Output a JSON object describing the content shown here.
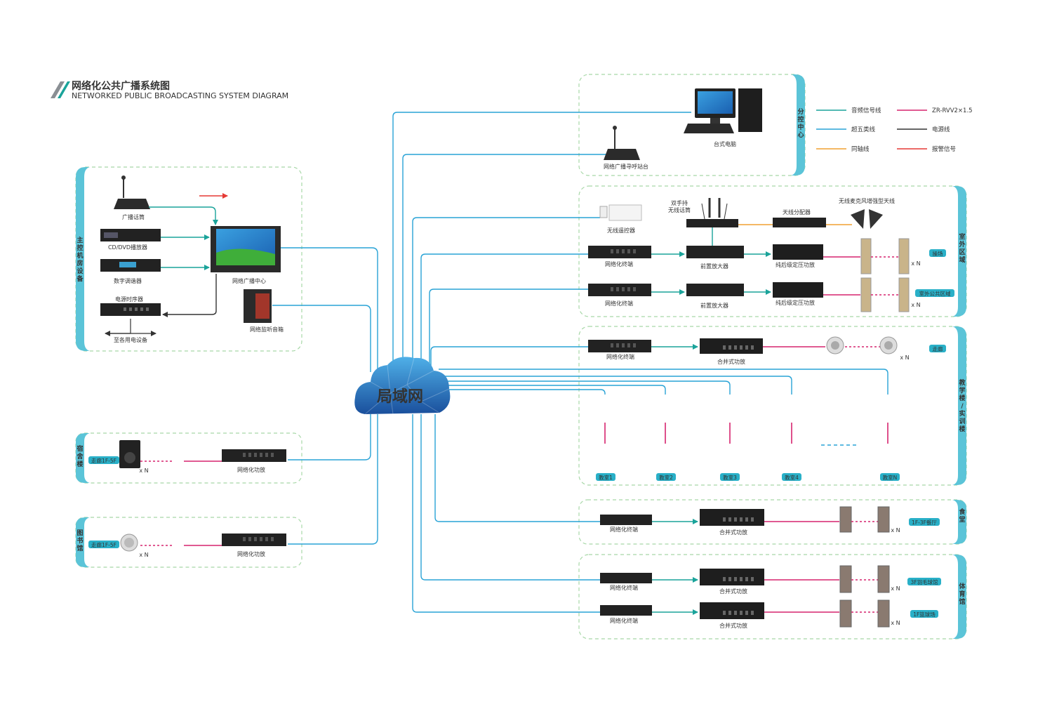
{
  "title": {
    "cn": "网络化公共广播系统图",
    "en": "NETWORKED PUBLIC BROADCASTING SYSTEM DIAGRAM"
  },
  "cloud_label": "局域网",
  "legend": [
    {
      "label": "音频信号线",
      "color": "#1aa39a"
    },
    {
      "label": "ZR-RVV2×1.5",
      "color": "#d6246e"
    },
    {
      "label": "超五类线",
      "color": "#29a3d6"
    },
    {
      "label": "电源线",
      "color": "#333333"
    },
    {
      "label": "同轴线",
      "color": "#f0a030"
    },
    {
      "label": "报警信号",
      "color": "#e53935"
    }
  ],
  "zones": {
    "main_room": "主控机房设备",
    "dorm": "宿舍楼",
    "library": "图书馆",
    "branch": "分控中心",
    "outdoor": "室外区域",
    "teaching": "教学楼/实训楼",
    "canteen": "食堂",
    "gym": "体育馆"
  },
  "devices": {
    "mic": "广播话筒",
    "cd": "CD/DVD播放器",
    "tuner": "数字调谐器",
    "power_seq": "电源时序器",
    "to_power": "至各用电设备",
    "center": "网络广播中心",
    "monitor": "网络监听音箱",
    "desktop": "台式电脑",
    "paging": "网络广播寻呼站台",
    "handheld": "双手持\n无线话筒",
    "remote": "无线遥控器",
    "antenna_split": "天线分配器",
    "antenna": "无线麦克风增强型天线",
    "net_terminal": "网络化终端",
    "preamp": "前置放大器",
    "pure_amp": "纯后级定压功放",
    "mixer_amp": "合并式功放",
    "net_amp": "网络化功放",
    "times_n": "x N"
  },
  "tags": {
    "playground": "操场",
    "outdoor_public": "室外公共区域",
    "corridor": "走廊",
    "dorm_corridor": "走廊1F-5F",
    "lib_corridor": "走廊1F-5F",
    "canteen_hall": "1F-3F餐厅",
    "badminton": "3F羽毛球馆",
    "basketball": "1F篮球场"
  },
  "classrooms": [
    "教室1",
    "教室2",
    "教室3",
    "教室4",
    "教室N"
  ],
  "colors": {
    "teal": "#1aa39a",
    "blue": "#29a3d6",
    "pink": "#d6246e",
    "red": "#e53935",
    "orange": "#f0a030",
    "dash_green": "#a8d8a8",
    "accent": "#5bc4d8"
  }
}
